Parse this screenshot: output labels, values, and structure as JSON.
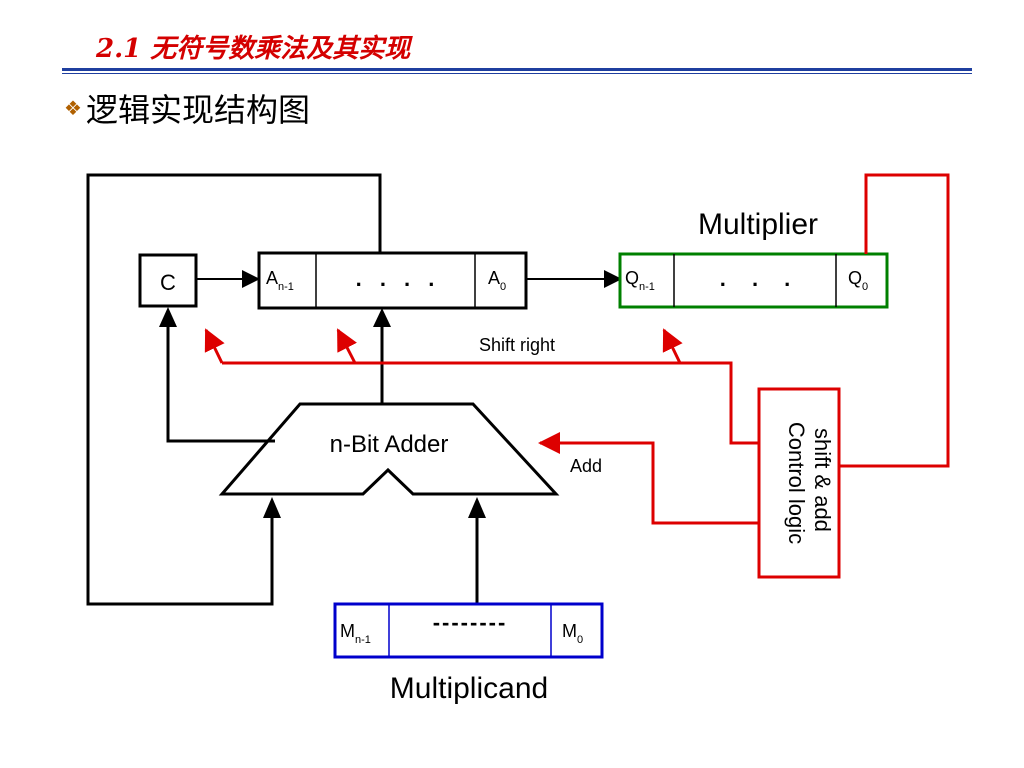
{
  "title": "2.1 无符号数乘法及其实现",
  "bullet": {
    "icon": "diamond-bullet-icon",
    "text": "逻辑实现结构图"
  },
  "diagram": {
    "c_register": "C",
    "a_register": {
      "high": "A",
      "high_sub": "n-1",
      "dots": ". . . .",
      "low": "A",
      "low_sub": "0"
    },
    "q_register": {
      "high": "Q",
      "high_sub": "n-1",
      "dots": ". . .",
      "low": "Q",
      "low_sub": "0"
    },
    "m_register": {
      "high": "M",
      "high_sub": "n-1",
      "dots": "--------",
      "low": "M",
      "low_sub": "0"
    },
    "multiplier_label": "Multiplier",
    "multiplicand_label": "Multiplicand",
    "adder_label": "n-Bit Adder",
    "shift_right_label": "Shift right",
    "add_label": "Add",
    "control_line1": "shift & add",
    "control_line2": "Control logic"
  },
  "colors": {
    "title": "#d40000",
    "rule": "#1f3f9f",
    "a_register": "#000000",
    "q_register": "#008000",
    "m_register": "#0000cc",
    "control": "#dd0000"
  }
}
